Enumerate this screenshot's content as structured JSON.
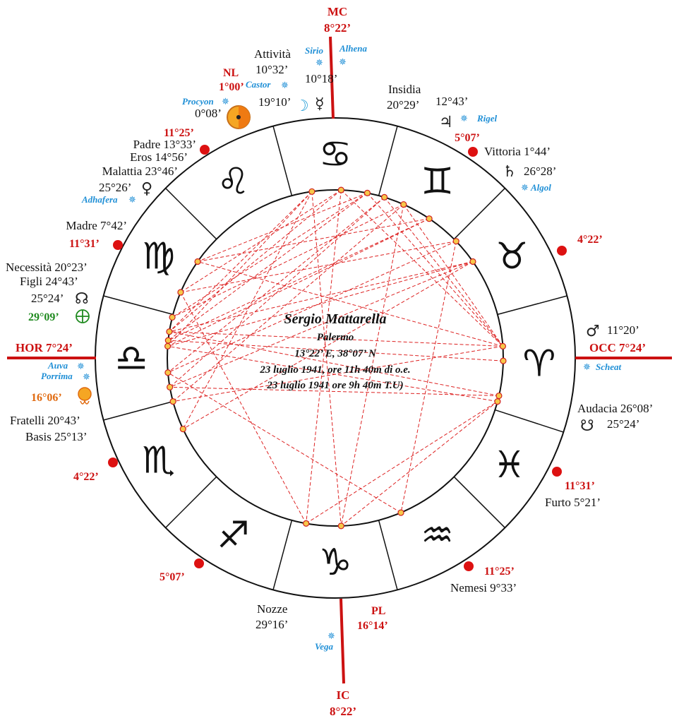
{
  "axes": {
    "mc": {
      "label": "MC",
      "deg": "8°22’"
    },
    "ic": {
      "label": "IC",
      "deg": "8°22’"
    },
    "hor": {
      "label": "HOR 7°24’"
    },
    "occ": {
      "label": "OCC 7°24’"
    }
  },
  "center": {
    "name": "Sergio Mattarella",
    "place": "Palermo",
    "coords": "13°22’ E, 38°07’ N",
    "local_time": "23 luglio 1941, ore 11h 40m di o.e.",
    "ut_time": "23 luglio 1941 ore 9h 40m T.U)"
  },
  "signs": [
    {
      "glyph": "♋"
    },
    {
      "glyph": "♊"
    },
    {
      "glyph": "♉"
    },
    {
      "glyph": "♈"
    },
    {
      "glyph": "♓"
    },
    {
      "glyph": "♒"
    },
    {
      "glyph": "♑"
    },
    {
      "glyph": "♐"
    },
    {
      "glyph": "♏"
    },
    {
      "glyph": "♎"
    },
    {
      "glyph": "♍"
    },
    {
      "glyph": "♌"
    }
  ],
  "cusps": [
    {
      "deg": "5°07’"
    },
    {
      "deg": "4°22’"
    },
    {
      "deg": "11°31’"
    },
    {
      "deg": "11°25’"
    },
    {
      "deg": "5°07’"
    },
    {
      "deg": "4°22’"
    },
    {
      "deg": "11°31’"
    },
    {
      "deg": "11°25’"
    }
  ],
  "labels": {
    "nl": "NL",
    "nl_deg": "1°00’",
    "attivita": "Attività",
    "attivita_deg": "10°32’",
    "sirio": "Sirio",
    "alhena": "Alhena",
    "mercury_deg": "10°18’",
    "castor": "Castor",
    "moon_deg": "19°10’",
    "procyon": "Procyon",
    "sun_deg": "0°08’",
    "insidia": "Insidia",
    "insidia_deg": "20°29’",
    "jupiter_deg": "12°43’",
    "rigel": "Rigel",
    "vittoria": "Vittoria 1°44’",
    "saturn_deg": "26°28’",
    "algol": "Algol",
    "padre": "Padre 13°33’",
    "eros": "Eros 14°56’",
    "malattia": "Malattia 23°46’",
    "venus_deg": "25°26’",
    "adhafera": "Adhafera",
    "madre": "Madre 7°42’",
    "necessita": "Necessità 20°23’",
    "figli": "Figli 24°43’",
    "node_deg": "25°24’",
    "fortune_deg": "29°09’",
    "auva": "Auva",
    "porrima": "Porrima",
    "lilith_deg": "16°06’",
    "fratelli": "Fratelli 20°43’",
    "basis": "Basis 25°13’",
    "mars_deg": "11°20’",
    "scheat": "Scheat",
    "audacia": "Audacia 26°08’",
    "snode_deg": "25°24’",
    "furto": "Furto 5°21’",
    "nemesi": "Nemesi 9°33’",
    "nozze": "Nozze",
    "nozze_deg": "29°16’",
    "pl": "PL",
    "pl_deg": "16°14’",
    "vega": "Vega"
  },
  "colors": {
    "axis_red": "#cc1111",
    "aspect_red": "#dd2222",
    "star_blue": "#1f8fd6",
    "fortune_green": "#1f8a1f",
    "lilith_orange": "#e06a10"
  },
  "icons": {
    "sun": "sun-icon",
    "moon": "moon-icon",
    "mercury": "mercury-icon",
    "venus": "venus-icon",
    "mars": "mars-icon",
    "jupiter": "jupiter-icon",
    "saturn": "saturn-icon",
    "node": "north-node-icon",
    "snode": "south-node-icon",
    "fortune": "part-of-fortune-icon",
    "lilith": "lilith-icon",
    "star": "star-icon"
  }
}
